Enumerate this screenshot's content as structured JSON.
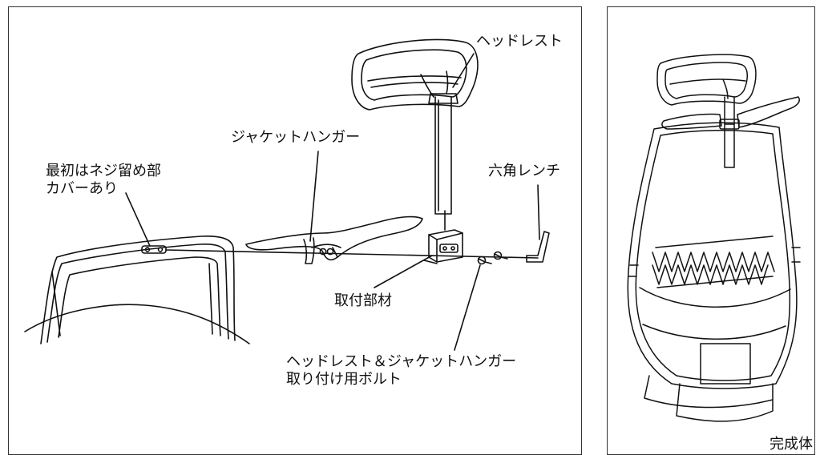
{
  "labels": {
    "headrest": "ヘッドレスト",
    "jacket_hanger": "ジャケットハンガー",
    "screw_cover_line1": "最初はネジ留め部",
    "screw_cover_line2": "カバーあり",
    "hex_wrench": "六角レンチ",
    "mounting_part": "取付部材",
    "bolt_line1": "ヘッドレスト＆ジャケットハンガー",
    "bolt_line2": "取り付け用ボルト",
    "completed": "完成体"
  },
  "colors": {
    "line": "#111111",
    "frame": "#333333",
    "background": "#ffffff"
  }
}
